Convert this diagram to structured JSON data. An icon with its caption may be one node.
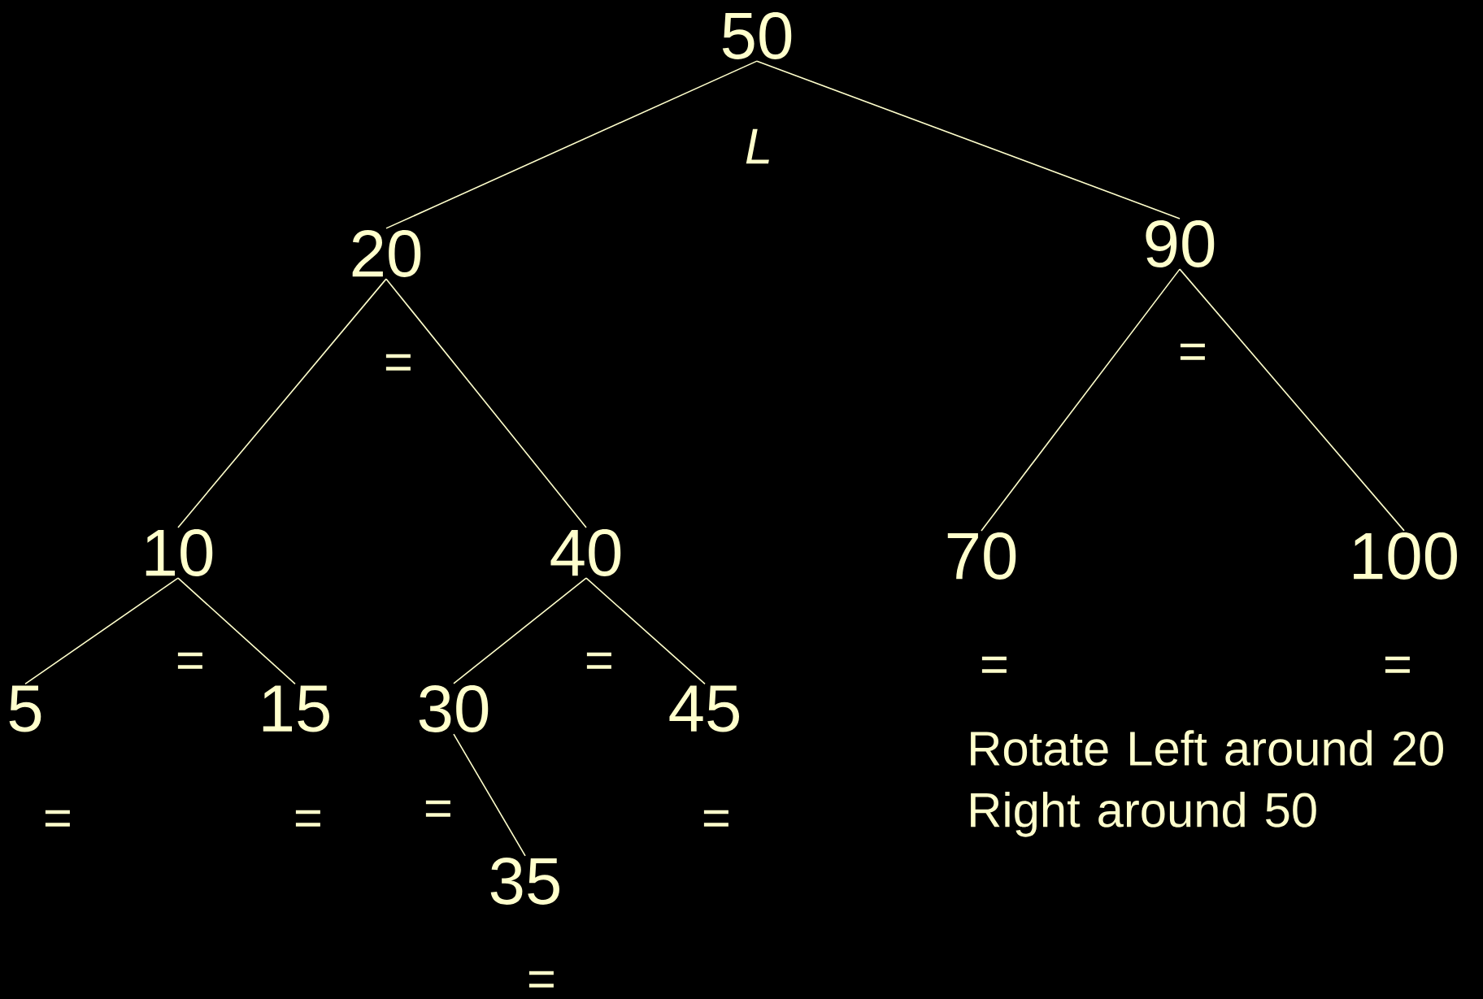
{
  "diagram": {
    "nodes": [
      {
        "text": [
          "50"
        ],
        "beside": [
          "L"
        ]
      },
      {
        "text": [
          "20"
        ],
        "beside": [
          "="
        ]
      },
      {
        "text": [
          "90"
        ],
        "beside": [
          "="
        ]
      },
      {
        "text": [
          "10"
        ],
        "beside": [
          "="
        ]
      },
      {
        "text": [
          "40"
        ],
        "beside": [
          "="
        ]
      },
      {
        "text": [
          "70"
        ],
        "beside": [
          "="
        ]
      },
      {
        "text": [
          "100"
        ],
        "beside": [
          "="
        ]
      },
      {
        "text": [
          "5"
        ],
        "beside": [
          "="
        ]
      },
      {
        "text": [
          "15"
        ],
        "beside": [
          "="
        ]
      },
      {
        "text": [
          "30"
        ],
        "beside": [
          "="
        ]
      },
      {
        "text": [
          "45"
        ],
        "beside": [
          "="
        ]
      },
      {
        "text": [
          "35"
        ],
        "beside": [
          "="
        ]
      }
    ],
    "edges": [
      {
        "from": 0,
        "to": 1,
        "arrow": "none"
      },
      {
        "from": 0,
        "to": 2,
        "arrow": "none"
      },
      {
        "from": 1,
        "to": 3,
        "arrow": "none"
      },
      {
        "from": 1,
        "to": 4,
        "arrow": "none"
      },
      {
        "from": 2,
        "to": 5,
        "arrow": "none"
      },
      {
        "from": 2,
        "to": 6,
        "arrow": "none"
      },
      {
        "from": 3,
        "to": 7,
        "arrow": "none"
      },
      {
        "from": 3,
        "to": 8,
        "arrow": "none"
      },
      {
        "from": 4,
        "to": 9,
        "arrow": "none"
      },
      {
        "from": 4,
        "to": 10,
        "arrow": "none"
      },
      {
        "from": 9,
        "to": 11,
        "arrow": "none"
      }
    ],
    "labels": [
      "Rotate Left around 20 Right around 50"
    ]
  }
}
